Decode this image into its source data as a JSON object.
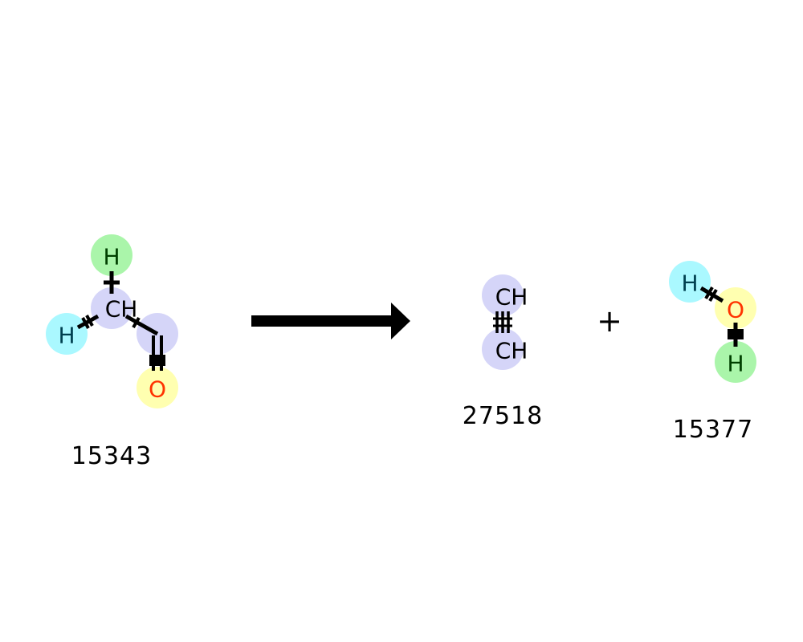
{
  "reaction": {
    "reactants": [
      {
        "id": "15343",
        "atoms": [
          {
            "symbol": "H",
            "color": "#000000",
            "highlight": "#aaf5aa"
          },
          {
            "symbol": "H",
            "color": "#004050",
            "highlight": "#aaf8ff"
          },
          {
            "symbol": "CH",
            "color": "#000000",
            "highlight": "#d5d5f8"
          },
          {
            "symbol": "",
            "color": "#000000",
            "highlight": "#d5d5f8"
          },
          {
            "symbol": "O",
            "color": "#ff3300",
            "highlight": "#ffffb0"
          }
        ]
      }
    ],
    "products": [
      {
        "id": "27518",
        "atoms": [
          {
            "symbol": "CH",
            "color": "#000000",
            "highlight": "#d5d5f8"
          },
          {
            "symbol": "CH",
            "color": "#000000",
            "highlight": "#d5d5f8"
          }
        ]
      },
      {
        "id": "15377",
        "atoms": [
          {
            "symbol": "H",
            "color": "#004050",
            "highlight": "#aaf8ff"
          },
          {
            "symbol": "O",
            "color": "#ff3300",
            "highlight": "#ffffb0"
          },
          {
            "symbol": "H",
            "color": "#004000",
            "highlight": "#aaf5aa"
          }
        ]
      }
    ],
    "plus_symbol": "+",
    "arrow": "reaction-arrow"
  }
}
